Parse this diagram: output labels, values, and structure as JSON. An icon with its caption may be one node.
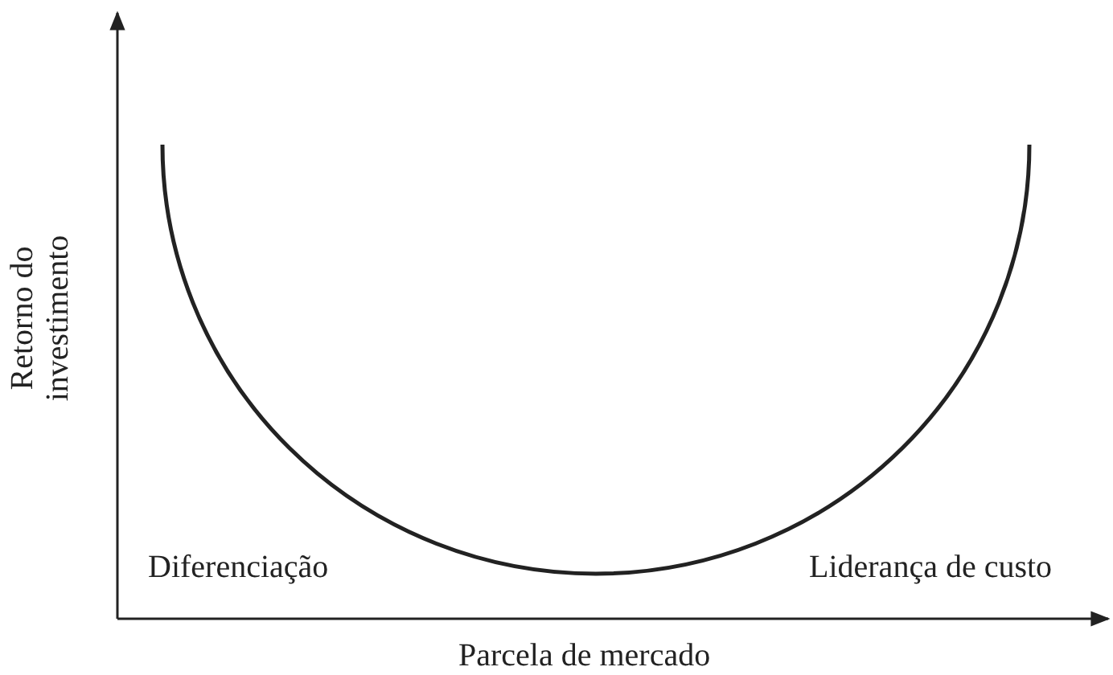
{
  "diagram": {
    "labels": [
      "Retorno do investimento",
      "Diferenciação",
      "Liderança de custo",
      "Parcela de mercado"
    ]
  }
}
